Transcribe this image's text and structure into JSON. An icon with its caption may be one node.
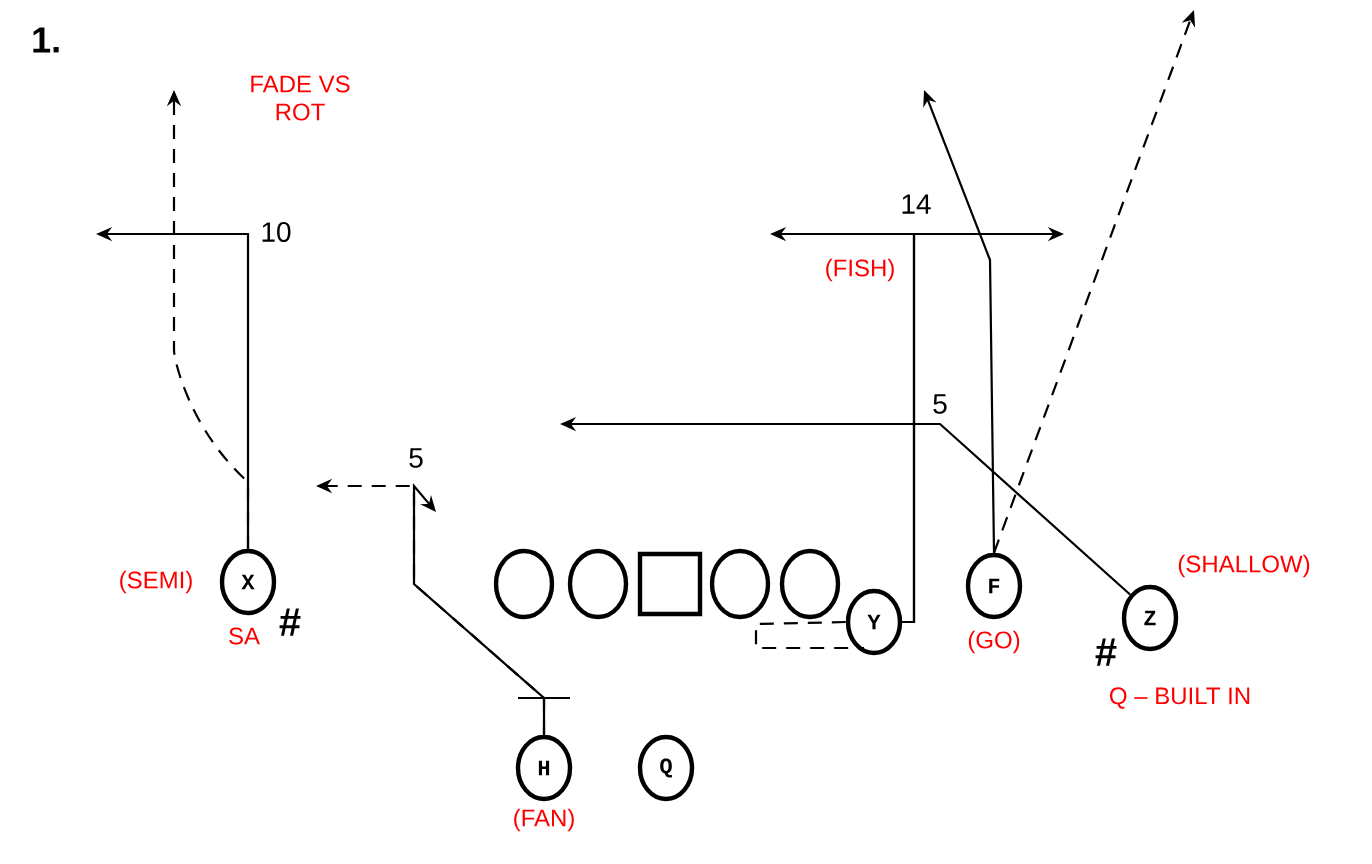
{
  "diagram": {
    "nodes": [
      {
        "text": [
          "X"
        ],
        "beside": [
          "(SEMI)",
          "SA"
        ]
      },
      {
        "text": [],
        "shape": "circle"
      },
      {
        "text": [],
        "shape": "circle"
      },
      {
        "text": [],
        "shape": "box"
      },
      {
        "text": [],
        "shape": "circle"
      },
      {
        "text": [],
        "shape": "circle"
      },
      {
        "text": [
          "Y"
        ]
      },
      {
        "text": [
          "F"
        ],
        "beside": [
          "(GO)"
        ]
      },
      {
        "text": [
          "Z"
        ],
        "beside": [
          "(SHALLOW)",
          "Q – BUILT IN"
        ]
      },
      {
        "text": [
          "H"
        ],
        "beside": [
          "(FAN)"
        ]
      },
      {
        "text": [
          "Q"
        ]
      }
    ],
    "edges": [
      {
        "from": 0,
        "to": null,
        "arrow": "to"
      },
      {
        "from": 0,
        "to": null,
        "arrow": "to",
        "style": "dashed"
      },
      {
        "from": 9,
        "to": null,
        "arrow": "to"
      },
      {
        "from": 9,
        "to": null,
        "arrow": "to",
        "style": "dashed"
      },
      {
        "from": 6,
        "to": null,
        "arrow": "to"
      },
      {
        "from": 6,
        "to": null,
        "arrow": "to"
      },
      {
        "from": 6,
        "to": null,
        "arrow": "none",
        "style": "dashed"
      },
      {
        "from": 7,
        "to": null,
        "arrow": "to"
      },
      {
        "from": 7,
        "to": null,
        "arrow": "to",
        "style": "dashed"
      },
      {
        "from": 8,
        "to": null,
        "arrow": "to"
      }
    ],
    "labels": [
      "1.",
      "FADE VS ROT",
      "10",
      "14",
      "(FISH)",
      "5",
      "5",
      "#",
      "#"
    ]
  }
}
